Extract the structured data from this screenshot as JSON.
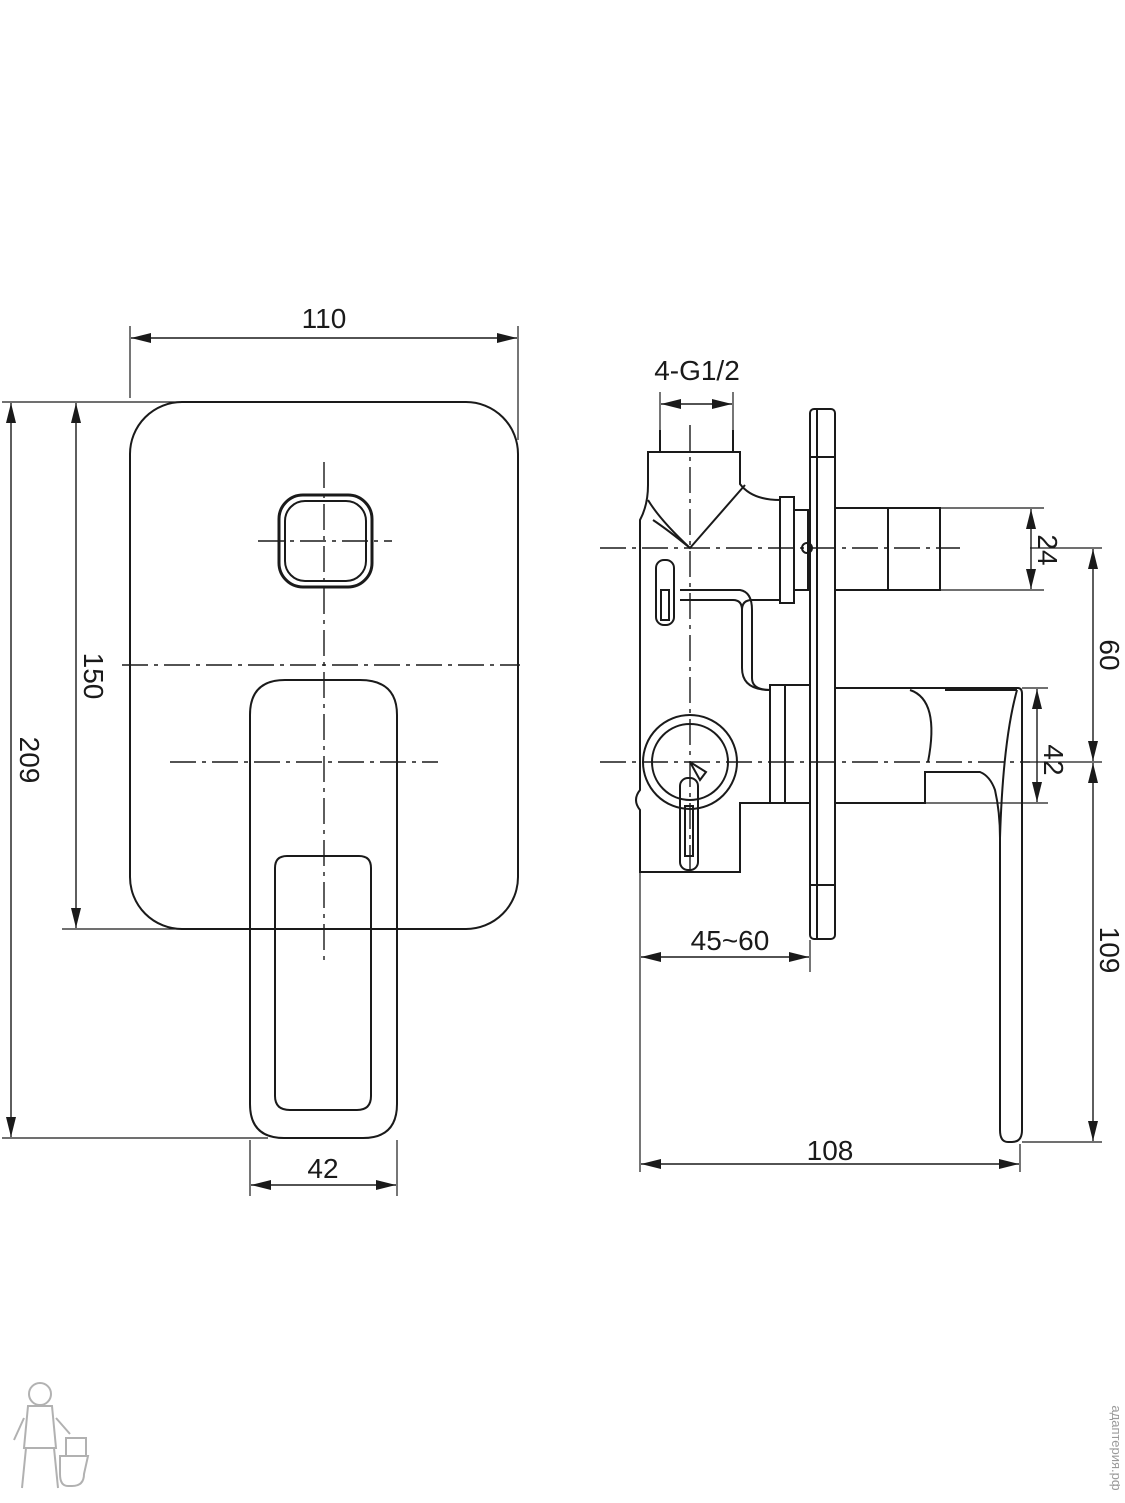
{
  "dimensions": {
    "front_width": "110",
    "front_height_plate": "150",
    "front_height_total": "209",
    "front_handle_width": "42",
    "side_connection": "4-G1/2",
    "side_wall_depth": "45~60",
    "side_total_depth": "108",
    "side_knob_height": "24",
    "side_center_spacing": "60",
    "side_handle_height": "42",
    "side_handle_drop": "109"
  },
  "watermark": {
    "logo_icon": "plumber-logo-icon",
    "vertical_text": "адаптерия.рф"
  }
}
